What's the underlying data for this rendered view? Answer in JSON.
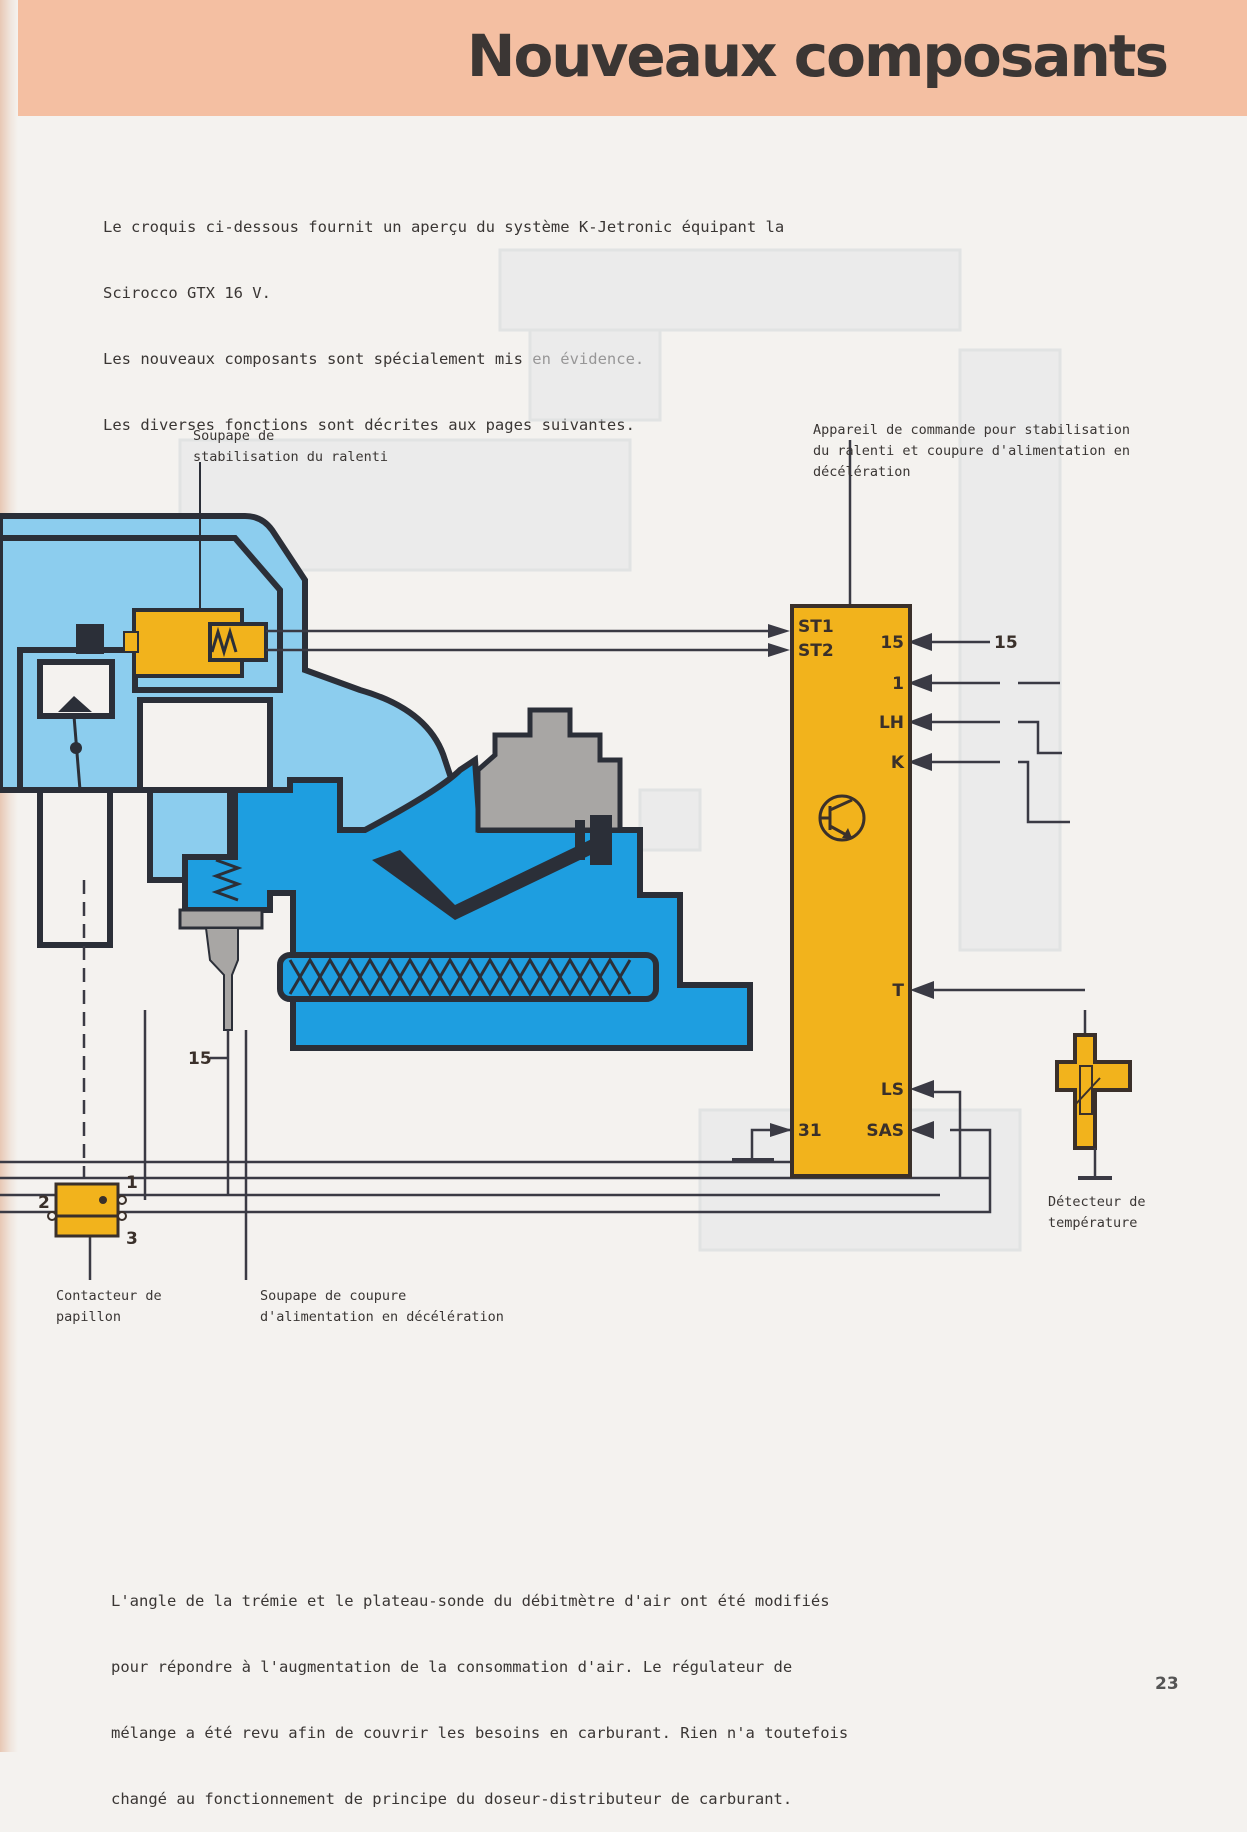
{
  "header": {
    "title": "Nouveaux composants",
    "band_color": "#f4bfa2"
  },
  "intro": {
    "lines": [
      "Le croquis ci-dessous fournit un aperçu du système K-Jetronic équipant la",
      "Scirocco GTX 16 V.",
      "Les nouveaux composants sont spécialement mis en évidence.",
      "Les diverses fonctions sont décrites aux pages suivantes."
    ]
  },
  "diagram": {
    "colors": {
      "air_blue": "#8ccdee",
      "fuel_blue": "#1e9ee0",
      "component_yellow": "#f2b31c",
      "outline": "#2b2f38",
      "grey": "#a8a6a4"
    },
    "labels": {
      "idle_valve": "Soupape de\nstabilisation du ralenti",
      "control_unit": "Appareil de commande pour stabilisation\ndu ralenti et coupure d'alimentation en\ndécélération",
      "throttle_switch": "Contacteur de\npapillon",
      "cutoff_valve": "Soupape de coupure\nd'alimentation en décélération",
      "temp_sensor": "Détecteur de\ntempérature"
    },
    "control_unit_pins": {
      "left": [
        "ST1",
        "ST2",
        "31"
      ],
      "right": [
        "15",
        "1",
        "LH",
        "K",
        "T",
        "LS",
        "SAS"
      ]
    },
    "external_terminal": "15",
    "cutoff_terminal": "15",
    "switch_terminals": [
      "1",
      "2",
      "3"
    ]
  },
  "bottom": {
    "lines": [
      "L'angle de la trémie et le plateau-sonde du débitmètre d'air ont été modifiés",
      "pour répondre à l'augmentation de la consommation d'air. Le régulateur de",
      "mélange a été revu afin de couvrir les besoins en carburant. Rien n'a toutefois",
      "changé au fonctionnement de principe du doseur-distributeur de carburant."
    ]
  },
  "page_number": "23"
}
